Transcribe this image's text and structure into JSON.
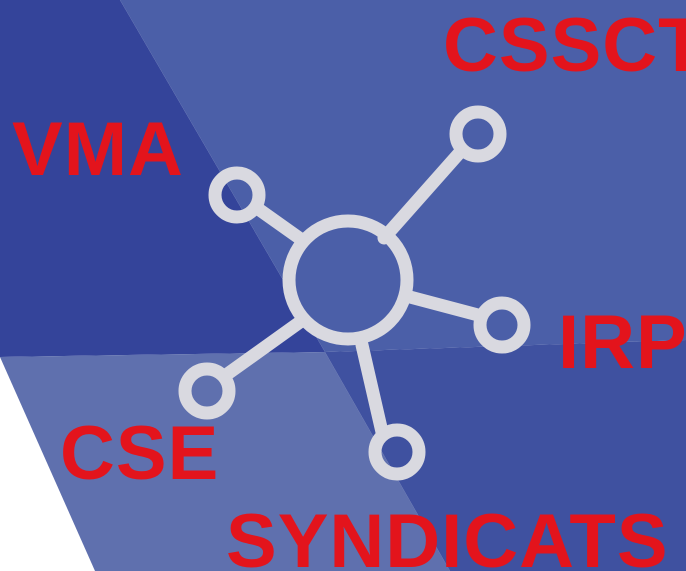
{
  "labels": {
    "cssct": "CSSCT",
    "vma": "VMA",
    "irp": "IRP",
    "cse": "CSE",
    "syndicats": "SYNDICATS"
  },
  "colors": {
    "label": "#e3141c",
    "node": "#d9d9e0",
    "panel_dark": "#34449a",
    "panel_mid": "#4b5fa8",
    "panel_light": "#5f70ae",
    "panel_right": "#3f51a0"
  },
  "icons": {
    "network": "network-hub-icon"
  }
}
